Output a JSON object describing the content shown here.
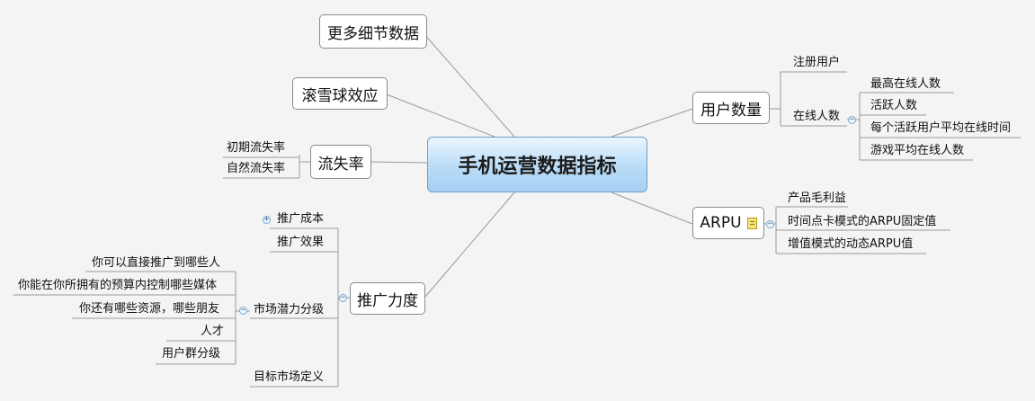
{
  "central": "手机运营数据指标",
  "nodes": {
    "more_detail": "更多细节数据",
    "snowball": "滚雪球效应",
    "churn": "流失率",
    "initial_churn": "初期流失率",
    "natural_churn": "自然流失率",
    "promotion": "推广力度",
    "promo_cost": "推广成本",
    "promo_effect": "推广效果",
    "market_potential": "市场潜力分级",
    "mp_direct": "你可以直接推广到哪些人",
    "mp_media": "你能在你所拥有的预算内控制哪些媒体",
    "mp_resources": "你还有哪些资源，哪些朋友",
    "mp_talent": "人才",
    "mp_user_group": "用户群分级",
    "target_market": "目标市场定义",
    "user_count": "用户数量",
    "registered": "注册用户",
    "online": "在线人数",
    "peak_online": "最高在线人数",
    "active": "活跃人数",
    "avg_online_time": "每个活跃用户平均在线时间",
    "avg_online_players": "游戏平均在线人数",
    "arpu": "ARPU",
    "gross_profit": "产品毛利益",
    "fixed_arpu": "时间点卡模式的ARPU固定值",
    "dynamic_arpu": "增值模式的动态ARPU值"
  },
  "toggles": {
    "collapsed": "+",
    "expanded": "−"
  },
  "colors": {
    "central_fill": "#b9dcf7",
    "line": "#9a9a9a",
    "background": "#f4f4f4"
  }
}
